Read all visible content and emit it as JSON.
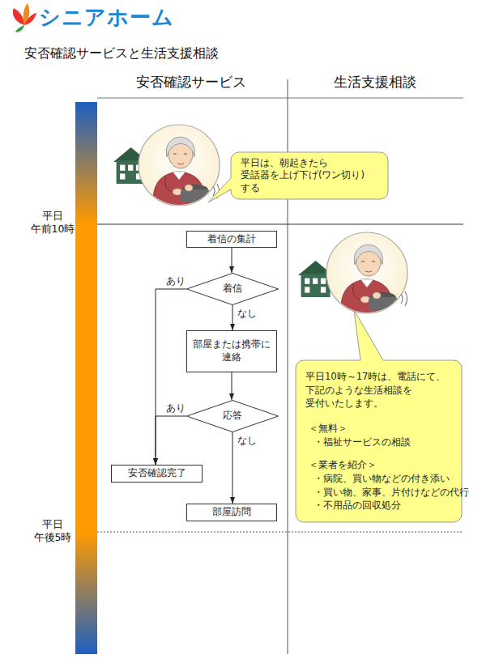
{
  "diagram": {
    "title": "安否確認サービスと生活支援相談",
    "nodes": [
      {
        "text": [
          "平日は、朝起きたら 受話器を上げ下げ(ワン切り)する"
        ]
      },
      {
        "text": [
          "着信の集計"
        ]
      },
      {
        "text": [
          "着信"
        ]
      },
      {
        "text": [
          "部屋または携帯に 連絡"
        ]
      },
      {
        "text": [
          "応答"
        ]
      },
      {
        "text": [
          "安否確認完了"
        ]
      },
      {
        "text": [
          "部屋訪問"
        ]
      },
      {
        "text": [
          "平日10時～17時は、電話にて、 下記のような生活相談を 受付いたします。",
          "＜無料＞",
          "・福祉サービスの相談",
          "＜業者を紹介＞",
          "・病院、買い物などの付き添い",
          "・買い物、家事、片付けなどの代行",
          "・不用品の回収処分"
        ]
      }
    ],
    "edges": [
      {
        "from": 1,
        "to": 2,
        "arrow": "to"
      },
      {
        "from": 2,
        "to": 5,
        "label": "あり",
        "arrow": "to"
      },
      {
        "from": 2,
        "to": 3,
        "label": "なし",
        "arrow": "to"
      },
      {
        "from": 3,
        "to": 4,
        "arrow": "to"
      },
      {
        "from": 4,
        "to": 5,
        "label": "あり",
        "arrow": "to"
      },
      {
        "from": 4,
        "to": 6,
        "label": "なし",
        "arrow": "to"
      }
    ],
    "labels": [
      "シニアホーム",
      "安否確認サービス",
      "生活支援相談",
      "平日 午前10時",
      "平日 午後5時"
    ]
  }
}
